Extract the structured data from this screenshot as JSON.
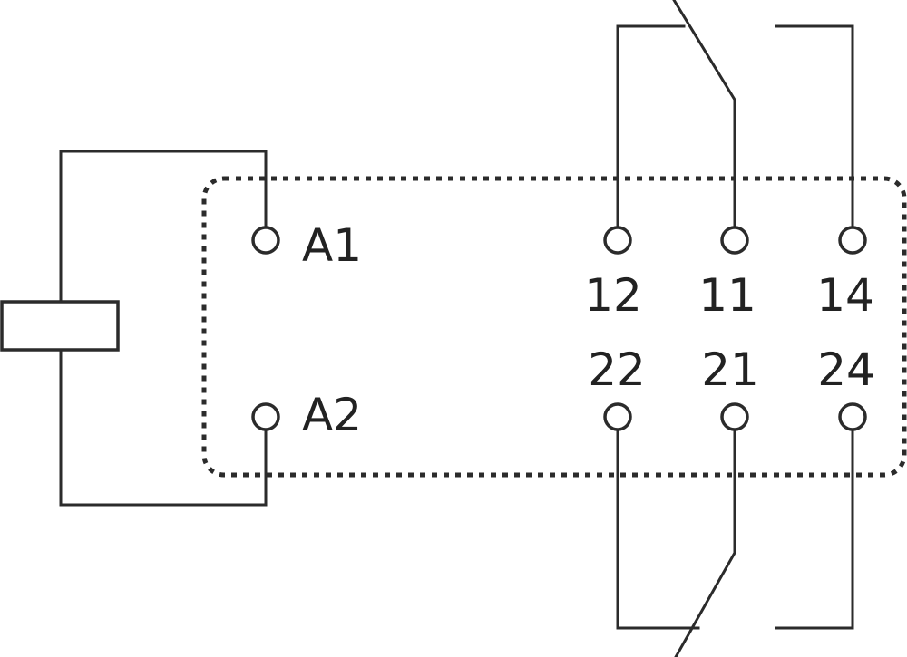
{
  "coil_labels": {
    "a1": "A1",
    "a2": "A2"
  },
  "contact_labels": {
    "top": [
      "12",
      "11",
      "14"
    ],
    "bottom": [
      "22",
      "21",
      "24"
    ]
  },
  "colors": {
    "line": "#2b2b2b",
    "text": "#222222",
    "background": "#ffffff"
  }
}
